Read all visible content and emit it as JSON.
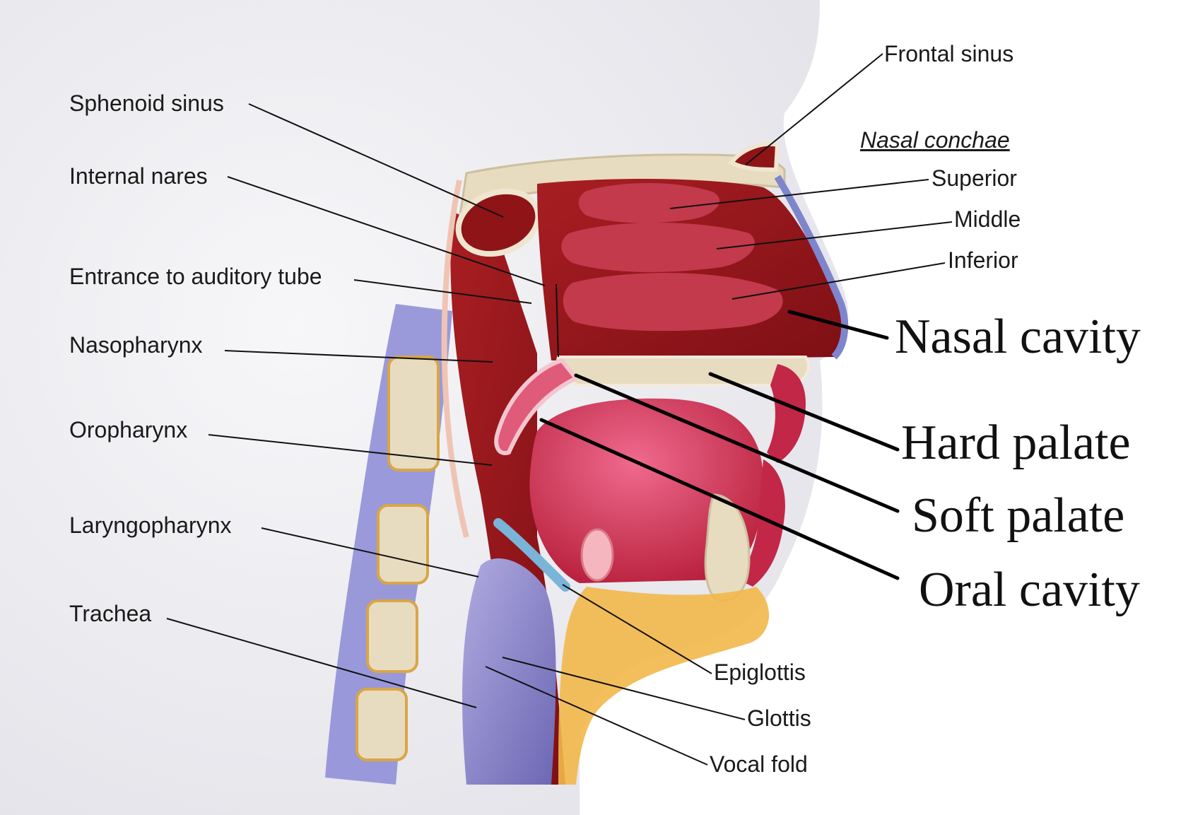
{
  "labels": {
    "sphenoid_sinus": "Sphenoid sinus",
    "internal_nares": "Internal nares",
    "entrance_auditory_tube": "Entrance to auditory tube",
    "nasopharynx": "Nasopharynx",
    "oropharynx": "Oropharynx",
    "laryngopharynx": "Laryngopharynx",
    "trachea": "Trachea",
    "frontal_sinus": "Frontal sinus",
    "nasal_conchae_heading": "Nasal conchae",
    "superior": "Superior",
    "middle": "Middle",
    "inferior": "Inferior",
    "epiglottis": "Epiglottis",
    "glottis": "Glottis",
    "vocal_fold": "Vocal fold"
  },
  "overlay_labels": {
    "nasal_cavity": "Nasal cavity",
    "hard_palate": "Hard palate",
    "soft_palate": "Soft palate",
    "oral_cavity": "Oral cavity"
  },
  "colors": {
    "tissue_red": "#9e1b1f",
    "tongue_pink": "#d63a64",
    "bone_tan": "#e8dcc0",
    "fat_yellow": "#f2b84a",
    "trachea_purple": "#8a84c8",
    "spine_blue": "#8a8ad6",
    "skin": "#ececf0"
  }
}
